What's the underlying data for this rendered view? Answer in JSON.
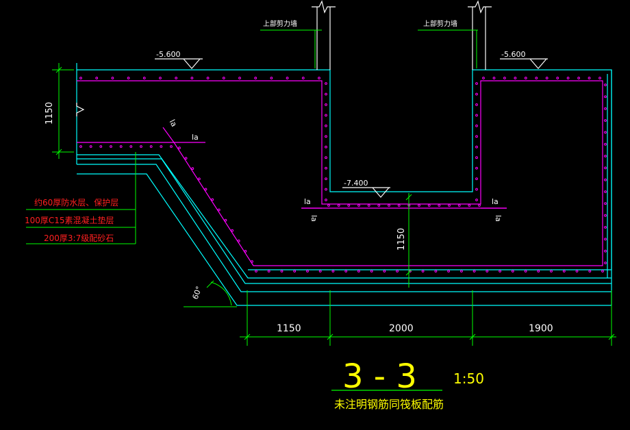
{
  "title": {
    "section_mark": "3 - 3",
    "scale": "1:50",
    "note": "未注明钢筋同筏板配筋"
  },
  "elevations": {
    "left": "-5.600",
    "right": "-5.600",
    "pit_bottom": "-7.400"
  },
  "wall_labels": {
    "left": "上部剪力墙",
    "right": "上部剪力墙"
  },
  "rebar_labels": {
    "la_top_horizontal": "la",
    "la_top_slope": "la",
    "la_pit_left_h": "la",
    "la_pit_left_v": "la",
    "la_pit_right_h": "la",
    "la_pit_right_v": "la"
  },
  "dimensions": {
    "left_depth": "1150",
    "pit_depth": "1150",
    "bottom": [
      "1150",
      "2000",
      "1900"
    ]
  },
  "layers": [
    "约60厚防水层、保护层",
    "100厚C15素混凝土垫层",
    "200厚3:7级配砂石"
  ],
  "angle": "60°",
  "colors": {
    "outline": "#00ffff",
    "rebar": "#ff00ff",
    "dimension": "#00ff00",
    "text": "#ffffff",
    "layer_text": "#ff2020",
    "title": "#ffff00"
  }
}
